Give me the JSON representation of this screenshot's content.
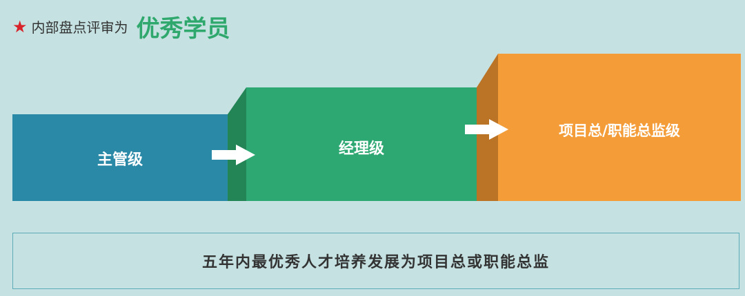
{
  "header": {
    "star_icon": "star-icon",
    "prefix": "内部盘点评审为",
    "highlight": "优秀学员"
  },
  "levels": [
    {
      "label": "主管级",
      "color": "#2b89a8"
    },
    {
      "label": "经理级",
      "color": "#2ea872"
    },
    {
      "label": "项目总/职能总监级",
      "color": "#f39c38"
    }
  ],
  "footer": {
    "text": "五年内最优秀人才培养发展为项目总或职能总监"
  }
}
